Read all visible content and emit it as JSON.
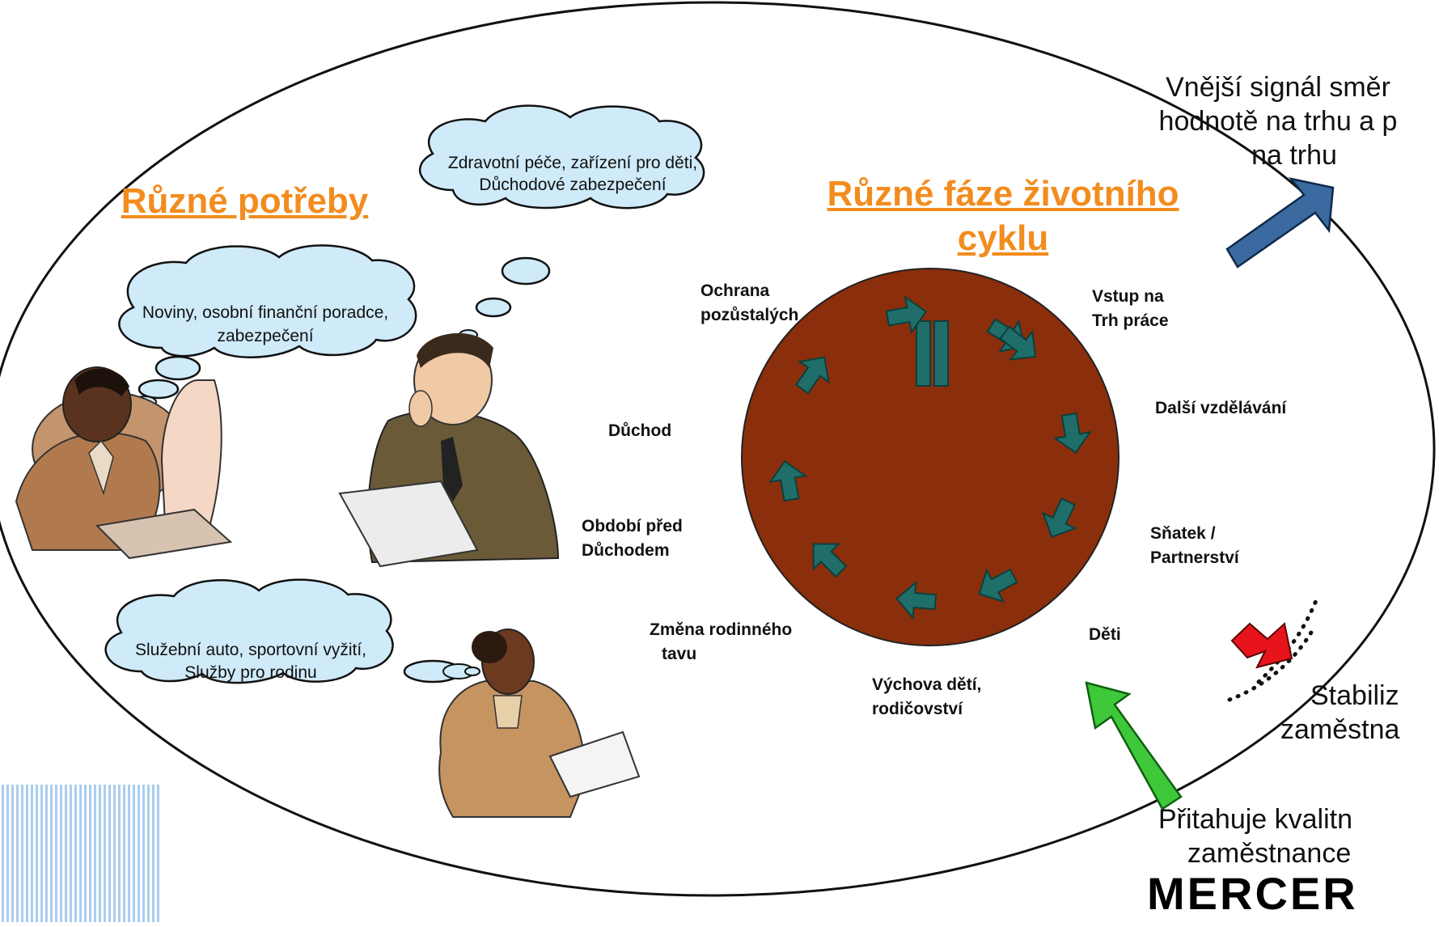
{
  "headings": {
    "needs": "Různé potřeby",
    "lifecycle_line1": "Různé fáze životního",
    "lifecycle_line2": "cyklu"
  },
  "bubbles": {
    "healthcare_line1": "Zdravotní péče, zařízení pro děti,",
    "healthcare_line2": "Důchodové zabezpečení",
    "newspapers_line1": "Noviny, osobní finanční poradce,",
    "newspapers_line2": "zabezpečení",
    "car_line1": "Služební auto, sportovní vyžití,",
    "car_line2": "Služby pro rodinu"
  },
  "phases": {
    "survivors_line1": "Ochrana",
    "survivors_line2": "pozůstalých",
    "labor_line1": "Vstup na",
    "labor_line2": "Trh práce",
    "education": "Další vzdělávání",
    "marriage_line1": "Sňatek /",
    "marriage_line2": "Partnerství",
    "children": "Děti",
    "parenting_line1": "Výchova dětí,",
    "parenting_line2": "rodičovství",
    "family_change_line1": "Změna rodinného",
    "family_change_line2": "tavu",
    "pre_retirement_line1": "Období před",
    "pre_retirement_line2": "Důchodem",
    "retirement": "Důchod"
  },
  "outcomes": {
    "signal_line1": "Vnější signál směr",
    "signal_line2": "hodnotě na trhu a p",
    "signal_line3": "na trhu",
    "stabilize_line1": "Stabiliz",
    "stabilize_line2": "zaměstna",
    "attract_line1": "Přitahuje kvalitn",
    "attract_line2": "zaměstnance"
  },
  "logo": "MERCER",
  "colors": {
    "heading": "#f28c1e",
    "clock_face": "#8b2e0c",
    "clock_arrows": "#1f6e6a",
    "bubble_fill": "#cfeaf8",
    "arrow_blue": "#3b6aa0",
    "arrow_green": "#3ec83a",
    "arrow_red": "#e8141c",
    "stripes": "#a9cdf0"
  }
}
